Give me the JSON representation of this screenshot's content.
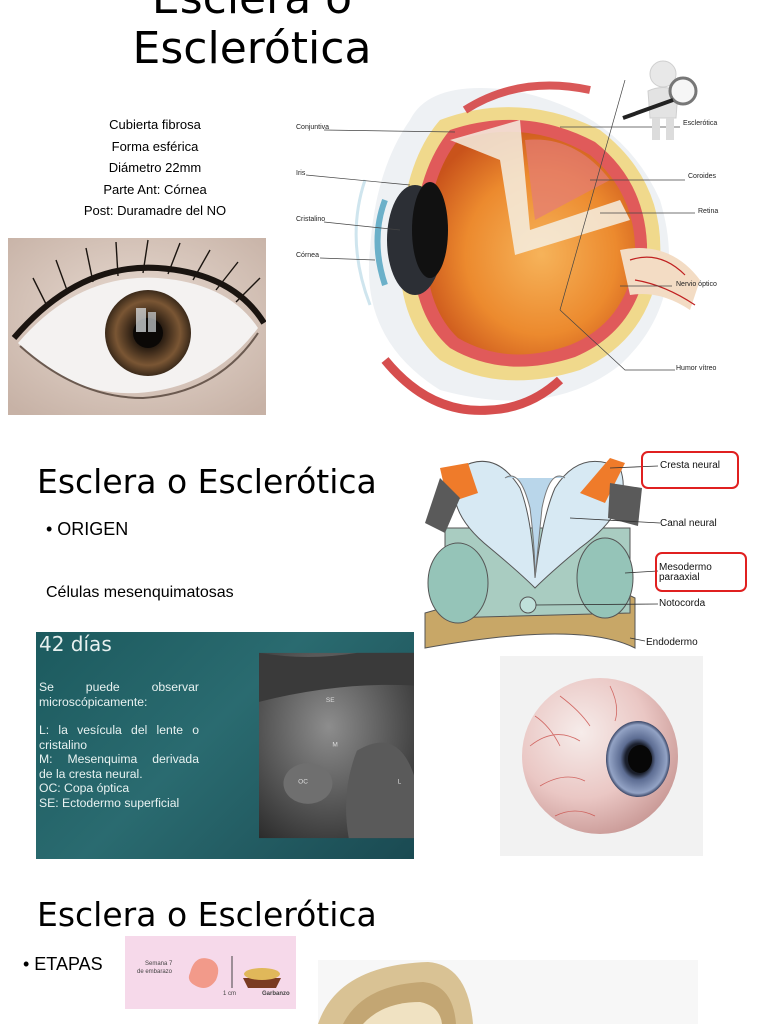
{
  "slide1": {
    "title_line1": "Esclera o",
    "title_line2": "Esclerótica",
    "facts": [
      "Cubierta fibrosa",
      "Forma esférica",
      "Diámetro 22mm",
      "Parte Ant: Córnea",
      "Post: Duramadre del NO"
    ],
    "diagram_labels": {
      "conjuntiva": "Conjuntiva",
      "iris": "Iris",
      "cristalino": "Cristalino",
      "cornea": "Córnea",
      "esclerotica": "Esclerótica",
      "coroides": "Coroides",
      "retina": "Retina",
      "nervio_optico": "Nervio óptico",
      "humor_vitreo": "Humor vítreo"
    }
  },
  "slide2": {
    "title": "Esclera o Esclerótica",
    "bullet": "• ORIGEN",
    "cells": "Células mesenquimatosas",
    "day42": {
      "title": "42 días",
      "line1": "Se puede observar",
      "line2": "microscópicamente:",
      "line3": "L: la vesícula del lente o",
      "line4": "cristalino",
      "line5": "M: Mesenquima derivada",
      "line6": "de la cresta neural.",
      "line7": "OC: Copa óptica",
      "line8": "SE: Ectodermo superficial",
      "sem_labels": {
        "se": "SE",
        "m": "M",
        "oc": "OC",
        "l": "L"
      }
    },
    "neural_labels": {
      "cresta": "Cresta neural",
      "canal": "Canal neural",
      "mesodermo1": "Mesodermo",
      "mesodermo2": "paraaxial",
      "notocorda": "Notocorda",
      "endodermo": "Endodermo"
    },
    "colors": {
      "highlight_box": "#e02020",
      "panel_bg": "#1f5c60"
    }
  },
  "slide3": {
    "title": "Esclera o Esclerótica",
    "bullet": "• ETAPAS",
    "week7": {
      "line1": "Semana 7",
      "line2": "de embarazo",
      "scale": "1 cm",
      "food": "Garbanzo"
    }
  }
}
